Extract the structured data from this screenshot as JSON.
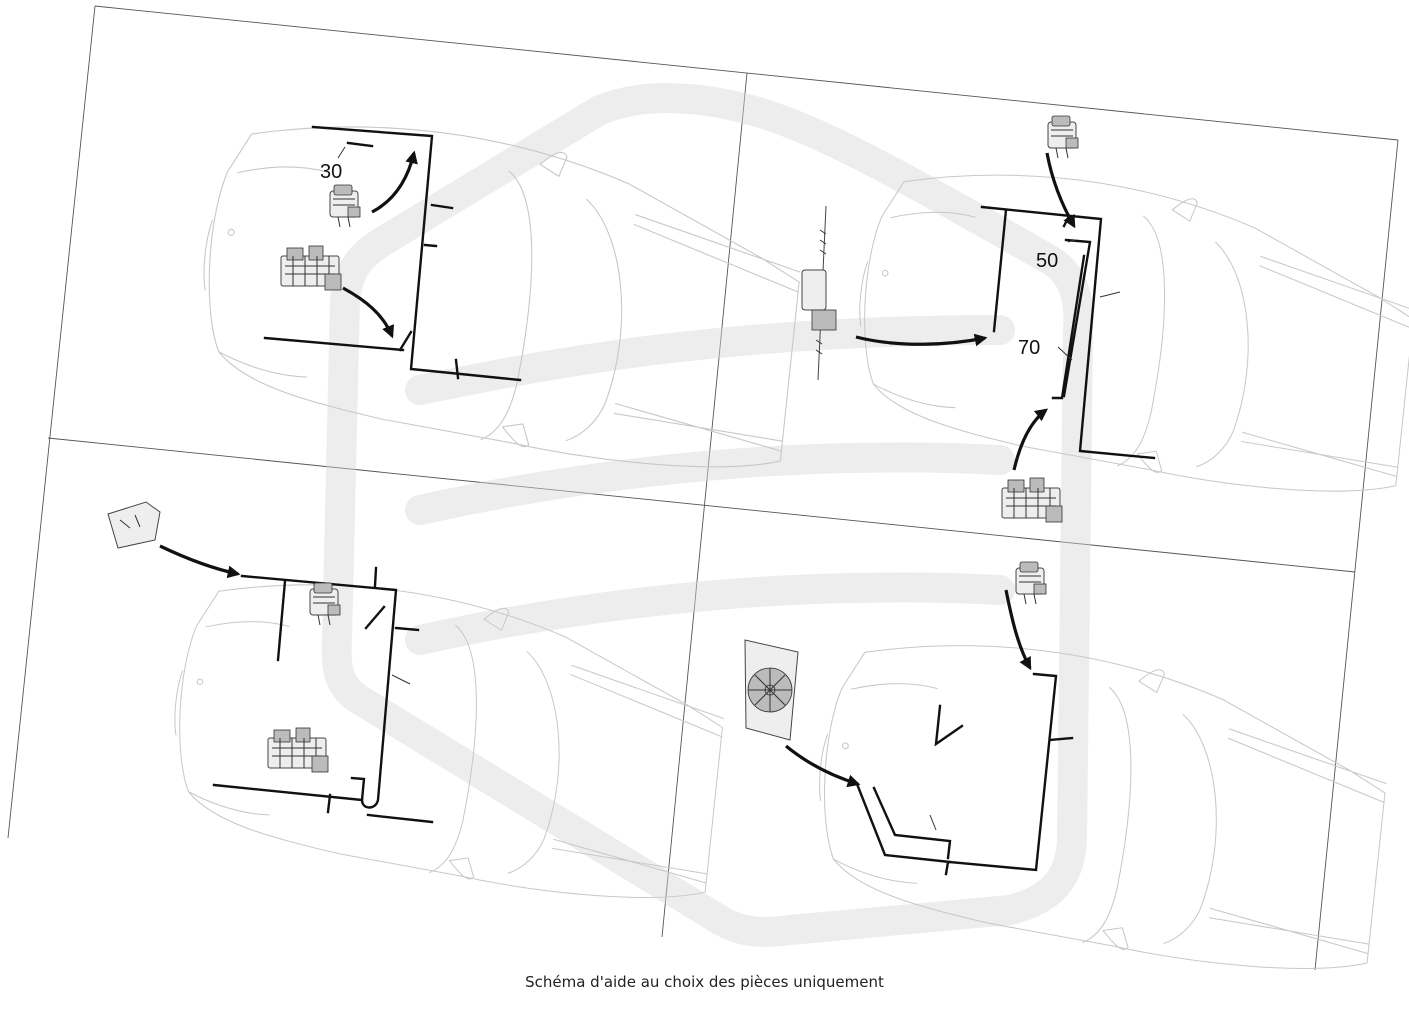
{
  "callouts": {
    "label_30": "30",
    "label_50": "50",
    "label_70": "70"
  },
  "caption": "Schéma d'aide au choix des pièces uniquement",
  "icons": {
    "watermark": "watermark-logo-icon",
    "relay_box": "relay-box-icon",
    "fuse_box": "fuse-box-icon",
    "steering_rack": "steering-rack-icon",
    "bracket": "bracket-icon",
    "radiator_fan": "radiator-fan-icon"
  }
}
